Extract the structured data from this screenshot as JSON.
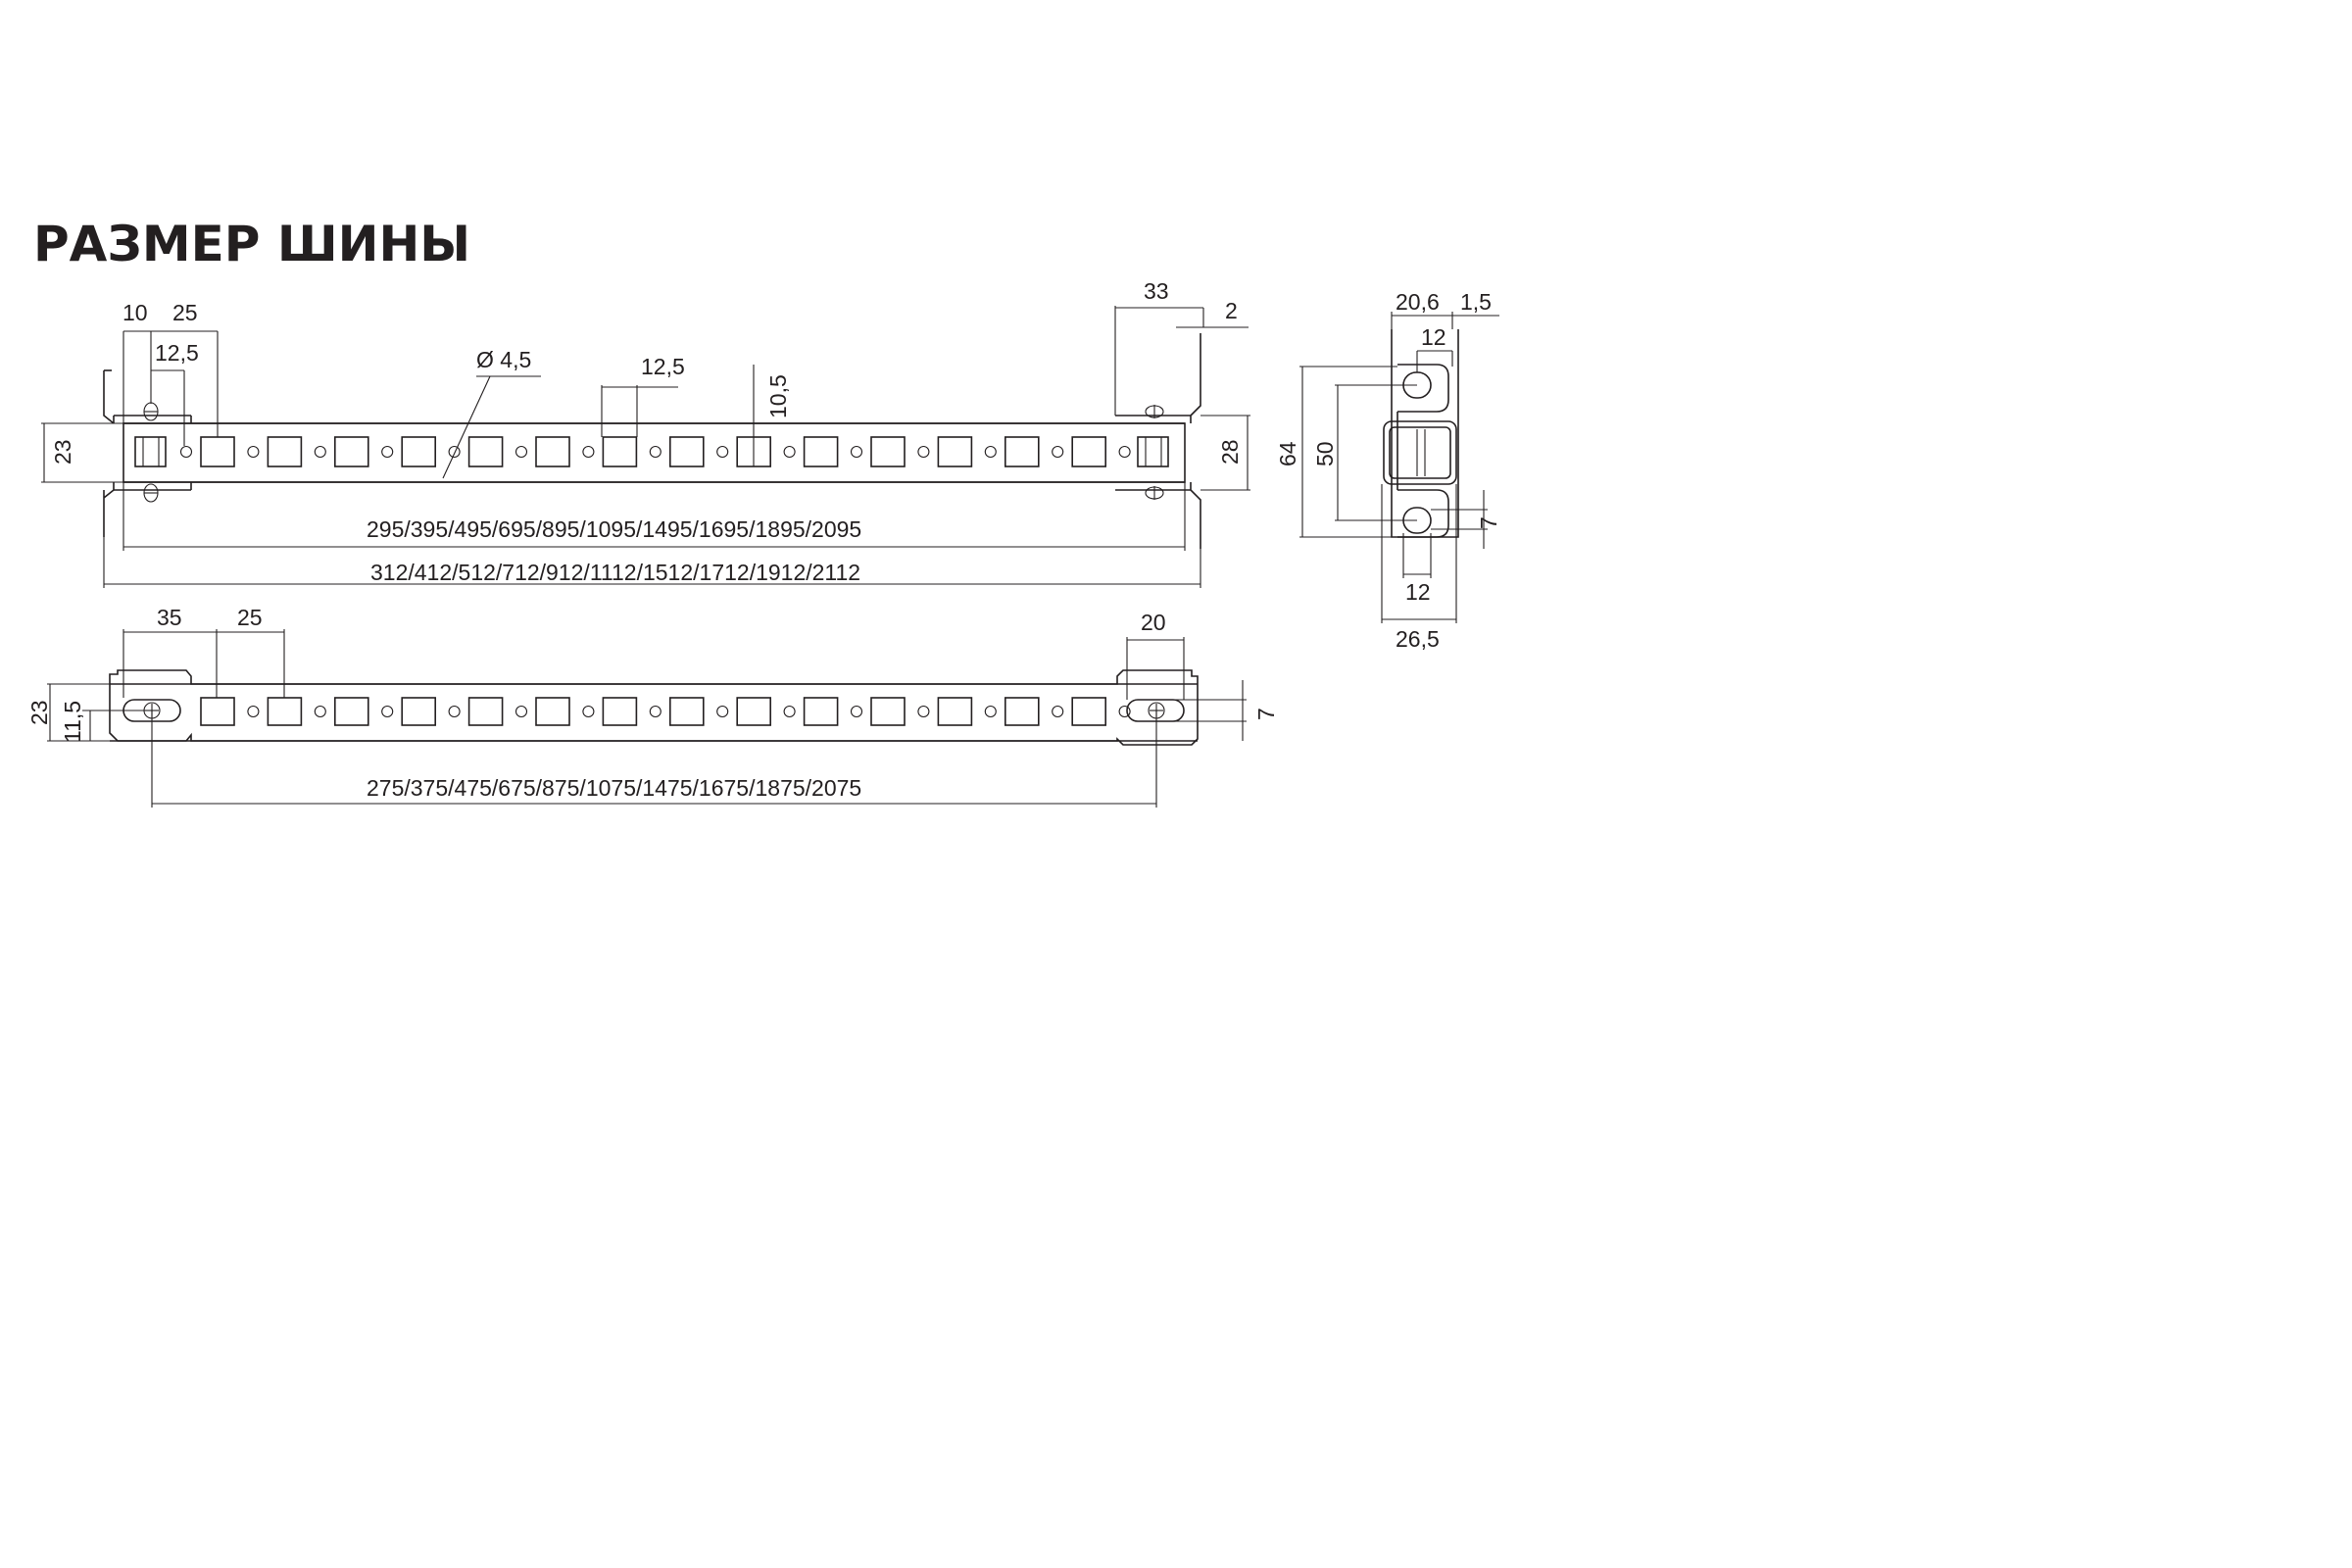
{
  "title": "РАЗМЕР ШИНЫ",
  "top_view": {
    "dim_10": "10",
    "dim_25": "25",
    "dim_12_5_left": "12,5",
    "dim_hole_diameter": "Ø 4,5",
    "dim_12_5_mid": "12,5",
    "dim_10_5": "10,5",
    "dim_33": "33",
    "dim_2": "2",
    "dim_23": "23",
    "dim_28": "28",
    "length_inner": "295/395/495/695/895/1095/1495/1695/1895/2095",
    "length_outer": "312/412/512/712/912/1112/1512/1712/1912/2112"
  },
  "side_view": {
    "dim_20_6": "20,6",
    "dim_1_5": "1,5",
    "dim_12_top": "12",
    "dim_64": "64",
    "dim_50": "50",
    "dim_7": "7",
    "dim_12_bottom": "12",
    "dim_26_5": "26,5"
  },
  "bottom_view": {
    "dim_35": "35",
    "dim_25": "25",
    "dim_20": "20",
    "dim_23": "23",
    "dim_11_5": "11,5",
    "dim_7": "7",
    "length_mount": "275/375/475/675/875/1075/1475/1675/1875/2075"
  }
}
